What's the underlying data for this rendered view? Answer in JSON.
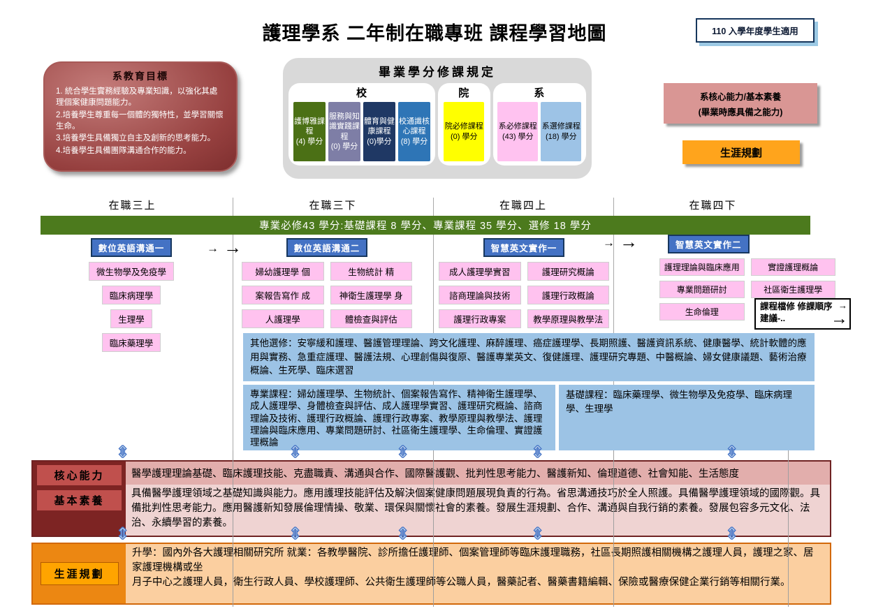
{
  "header": {
    "title": "護理學系 二年制在職專班 課程學習地圖",
    "applicable_note": "110 入學年度學生適用"
  },
  "icons": {
    "right_arrow": "→",
    "updown_arrow": "⇕"
  },
  "education_goals": {
    "title": "系教育目標",
    "items": [
      "1.  統合學生實務經驗及專業知識，以強化其處理個案健康問題能力。",
      "2.培養學生尊重每一個體的獨特性，並學習關懷生命。",
      "3.培養學生具備獨立自主及創新的思考能力。",
      "4.培養學生具備團隊溝通合作的能力。"
    ]
  },
  "graduation": {
    "title": "畢業學分修課規定",
    "school": {
      "label": "校",
      "courses": [
        {
          "name": "護博雅課程",
          "credits": "(4) 學分"
        },
        {
          "name": "服務與知識實踐課程",
          "credits": "(0) 學分"
        },
        {
          "name": "體育與健康課程",
          "credits": "(0)學分"
        },
        {
          "name": "校通識核心課程",
          "credits": "(8) 學分"
        }
      ]
    },
    "college": {
      "label": "院",
      "courses": [
        {
          "name": "院必修課程",
          "credits": "(0) 學分"
        }
      ]
    },
    "department": {
      "label": "系",
      "courses": [
        {
          "name": "系必修課程",
          "credits": "(43) 學分"
        },
        {
          "name": "系選修課程",
          "credits": "(18) 學分"
        }
      ]
    }
  },
  "side": {
    "core_line1": "系核心能力/基本素養",
    "core_line2": "(畢業時應具備之能力)",
    "career": "生涯規劃"
  },
  "semesters": [
    "在職三上",
    "在職三下",
    "在職四上",
    "在職四下"
  ],
  "banner": "專業必修43 學分:基礎課程 8 學分、專業課程 35 學分、選修 18 學分",
  "columns": {
    "s1": {
      "english": "數位英語溝通一",
      "courses": [
        "微生物學及免疫學",
        "臨床病理學",
        "生理學",
        "臨床藥理學"
      ]
    },
    "s2": {
      "english": "數位英語溝通二",
      "courses": [
        "婦幼護理學 個",
        "生物統計 精",
        "案報告寫作 成",
        "神衛生護理學 身",
        "人護理學",
        "體檢查與評估"
      ]
    },
    "s3": {
      "english": "智慧英文實作一",
      "courses": [
        "成人護理學實習",
        "護理研究概論",
        "諮商理論與技術",
        "護理行政概論",
        "護理行政專案",
        "教學原理與教學法"
      ]
    },
    "s4": {
      "english": "智慧英文實作二",
      "courses": [
        "護理理論與臨床應用",
        "實證護理概論",
        "專業問題研討",
        "社區衛生護理學",
        "生命倫理"
      ],
      "note": "課程檔修 修課順序建議-.."
    }
  },
  "panels": {
    "electives": "其他選修：安寧緩和護理、醫護管理理論、跨文化護理、麻醉護理、癌症護理學、長期照護、醫護資訊系統、健康醫學、統計軟體的應用與實務、急重症護理、醫護法規、心理創傷與復原、醫護專業英文、復健護理、護理研究專題、中醫概論、婦女健康議題、藝術治療概論、生死學、臨床選習",
    "professional": "專業課程：婦幼護理學、生物統計、個案報告寫作、精神衛生護理學、成人護理學、身體檢查與評估、成人護理學實習、護理研究概論、諮商理論及技術、護理行政概論、護理行政專案、教學原理與教學法、護理理論與臨床應用、專業問題研討、社區衛生護理學、生命倫理、實證護理概論",
    "basic": "基礎課程：臨床藥理學、微生物學及免疫學、臨床病理學、生理學"
  },
  "bands": {
    "core_label": "核心能力",
    "core_content": "醫學護理理論基礎、臨床護理技能、克盡職責、溝通與合作、國際醫護觀、批判性思考能力、醫護新知、倫理道德、社會知能、生活態度",
    "literacy_label": "基本素養",
    "literacy_content": "具備醫學護理領域之基礎知識與能力。應用護理技能評估及解決個案健康問題展現負責的行為。省思溝通技巧於全人照護。具備醫學護理領域的國際觀。具備批判性思考能力。應用醫護新知發展倫理情操、敬業、環保與關懷社會的素養。發展生涯規劃、合作、溝通與自我行銷的素養。發展包容多元文化、法治、永續學習的素養。",
    "career_label": "生涯規劃",
    "career_content": "升學：國內外各大護理相關研究所  就業：各教學醫院、診所擔任護理師、個案管理師等臨床護理職務，社區長期照護相關機構之護理人員，護理之家、居家護理機構或坐\n月子中心之護理人員，衛生行政人員、學校護理師、公共衛生護理師等公職人員，醫藥記者、醫藥書籍編輯、保險或醫療保健企業行銷等相關行業。"
  },
  "colors": {
    "banner_green": "#4c7a1d",
    "pink_course": "#ffc2ef",
    "english_blue": "#4472c4",
    "panel_blue": "#9cc3e5",
    "maroon": "#7d2423",
    "orange": "#ec8712"
  }
}
